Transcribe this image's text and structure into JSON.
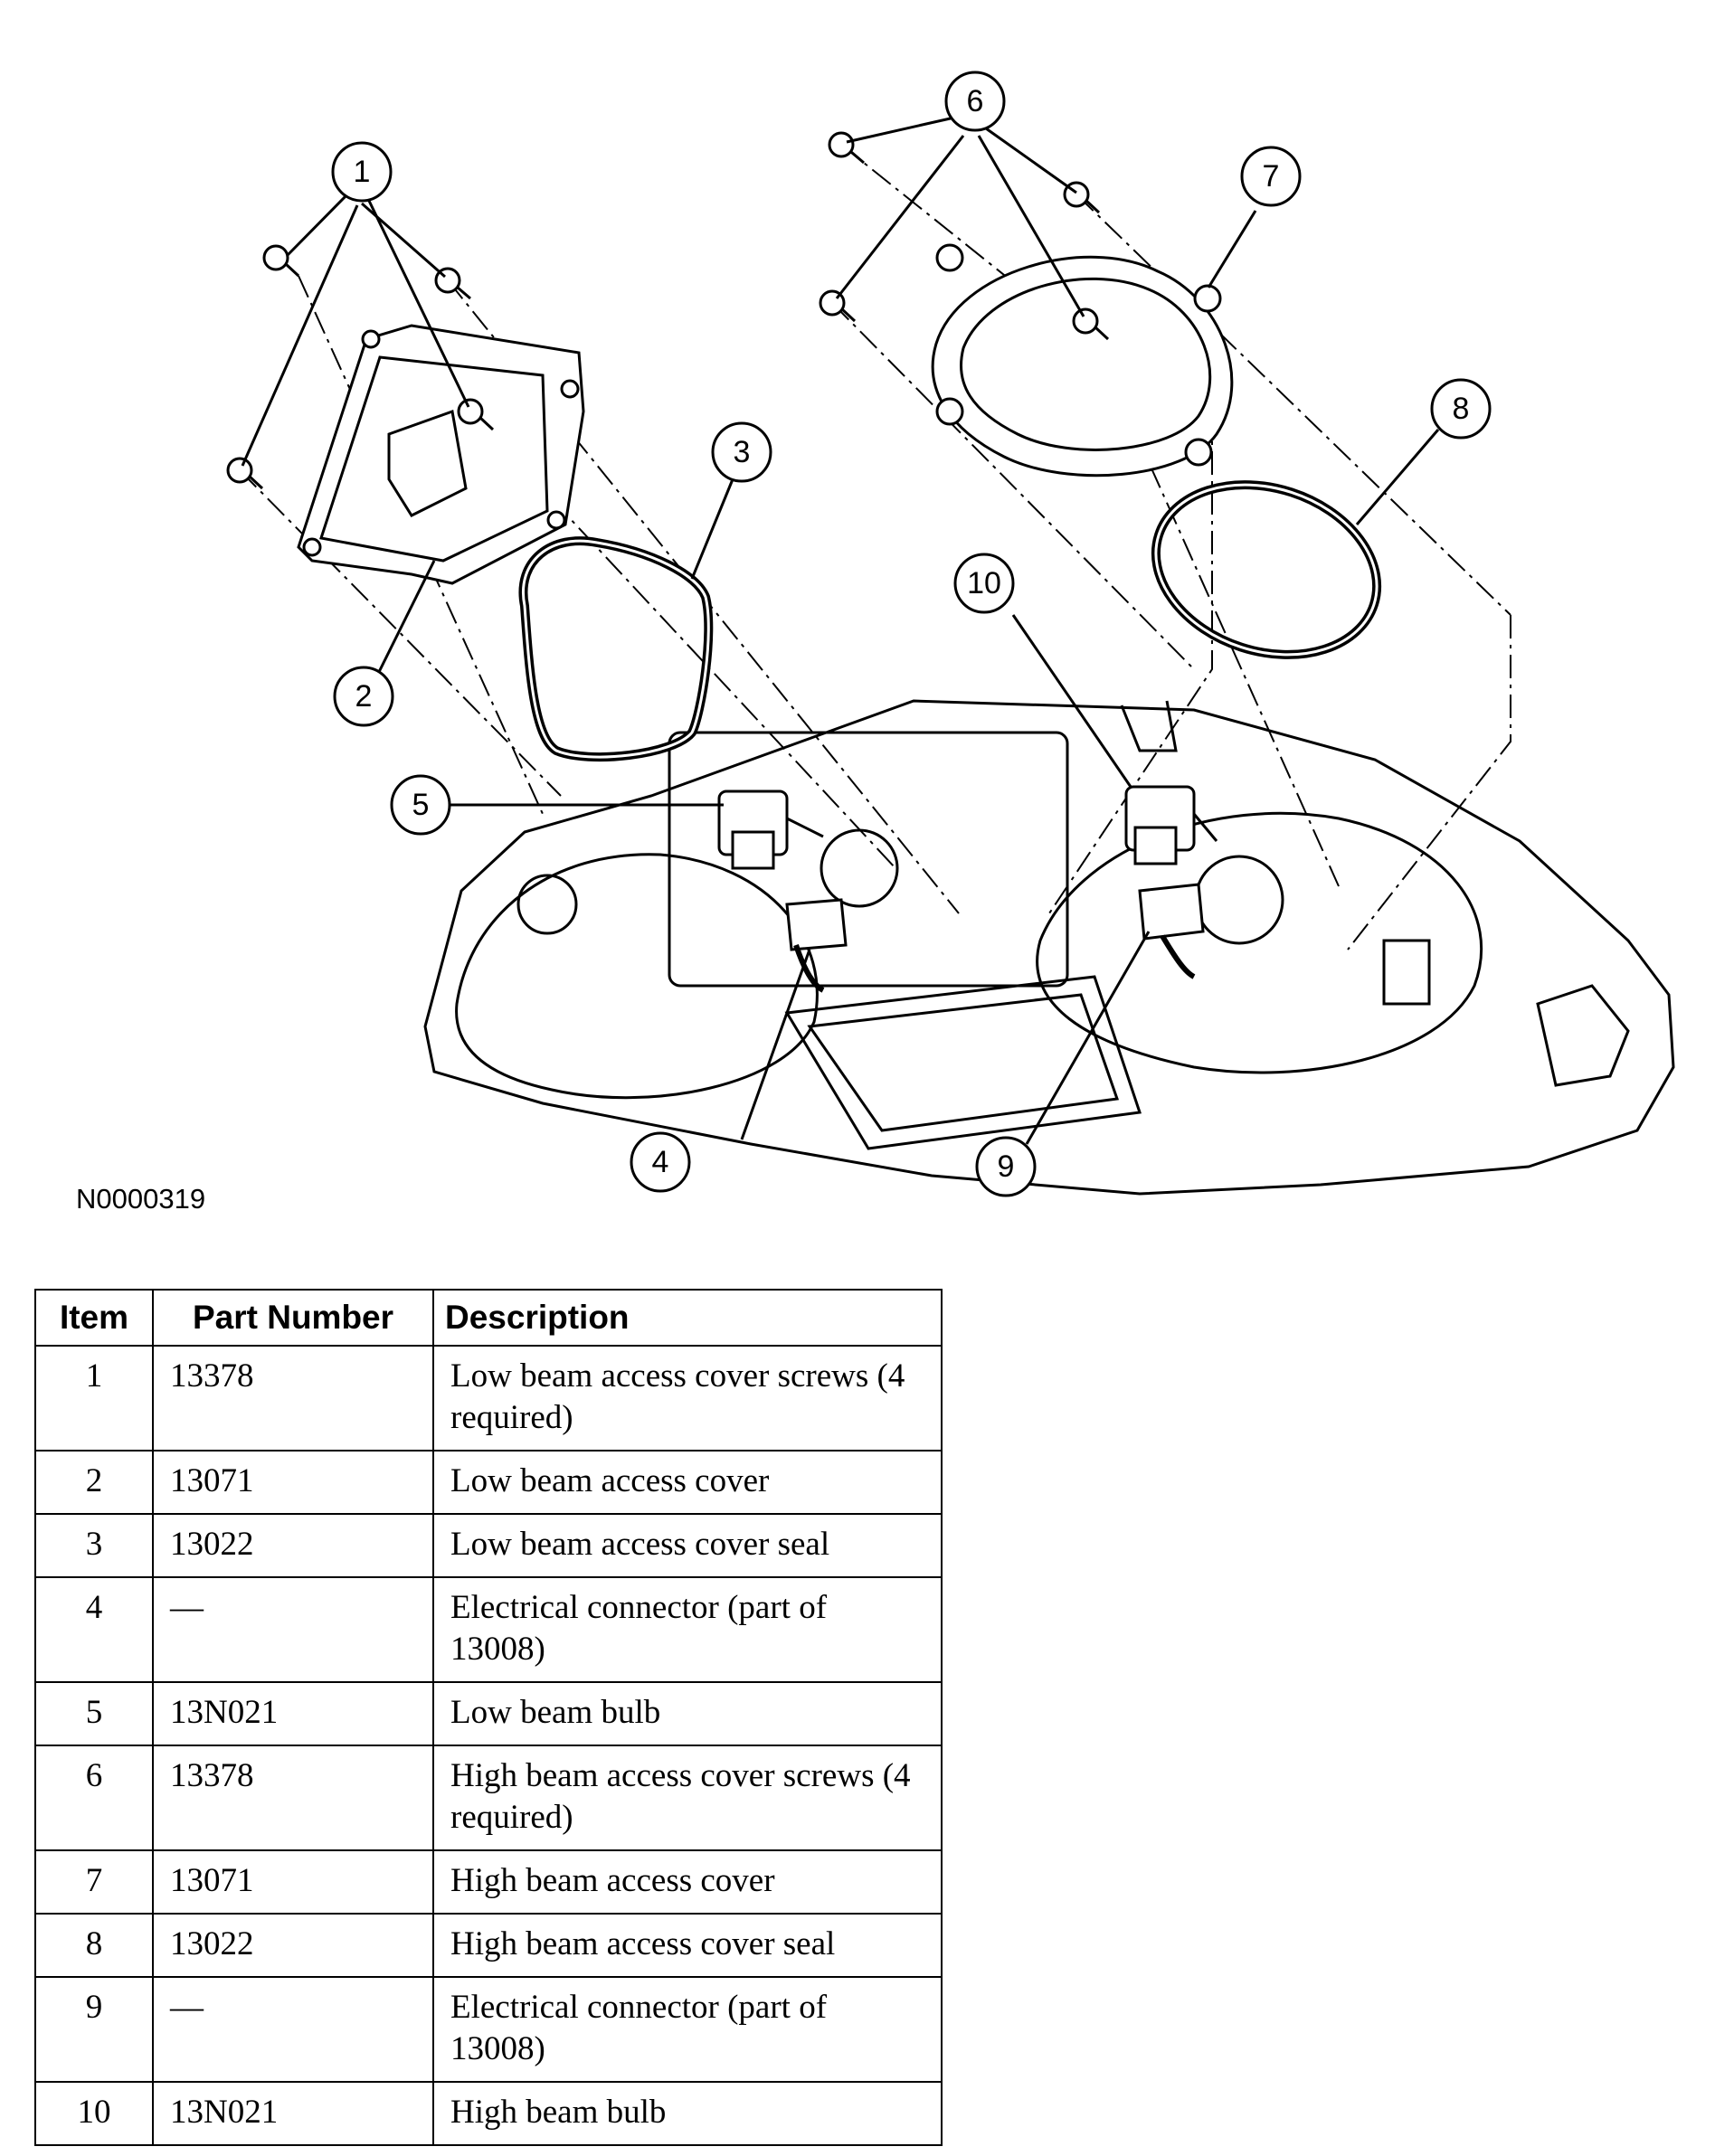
{
  "figure_id": "N0000319",
  "callouts": [
    "1",
    "2",
    "3",
    "4",
    "5",
    "6",
    "7",
    "8",
    "9",
    "10"
  ],
  "table": {
    "headers": {
      "item": "Item",
      "part_number": "Part Number",
      "description": "Description"
    },
    "rows": [
      {
        "item": "1",
        "part_number": "13378",
        "description": "Low beam access cover screws (4 required)"
      },
      {
        "item": "2",
        "part_number": "13071",
        "description": "Low beam access cover"
      },
      {
        "item": "3",
        "part_number": "13022",
        "description": "Low beam access cover seal"
      },
      {
        "item": "4",
        "part_number": "—",
        "description": "Electrical connector (part of 13008)"
      },
      {
        "item": "5",
        "part_number": "13N021",
        "description": "Low beam bulb"
      },
      {
        "item": "6",
        "part_number": "13378",
        "description": "High beam access cover screws (4 required)"
      },
      {
        "item": "7",
        "part_number": "13071",
        "description": "High beam access cover"
      },
      {
        "item": "8",
        "part_number": "13022",
        "description": "High beam access cover seal"
      },
      {
        "item": "9",
        "part_number": "—",
        "description": "Electrical connector (part of 13008)"
      },
      {
        "item": "10",
        "part_number": "13N021",
        "description": "High beam bulb"
      }
    ]
  }
}
